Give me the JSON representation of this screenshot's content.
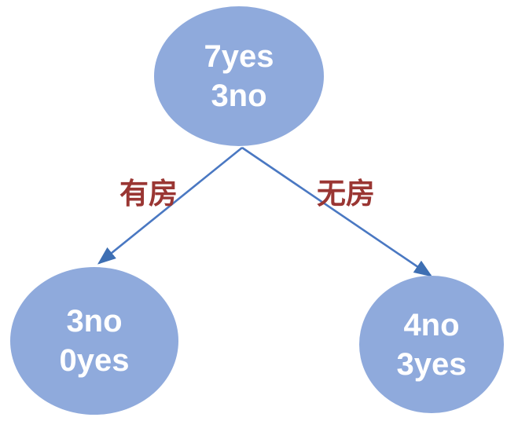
{
  "tree": {
    "type": "decision-tree",
    "root": {
      "line1": "7yes",
      "line2": "3no"
    },
    "left_child": {
      "line1": "3no",
      "line2": "0yes"
    },
    "right_child": {
      "line1": "4no",
      "line2": "3yes"
    },
    "edges": [
      {
        "from": "root",
        "to": "left_child",
        "label": "有房"
      },
      {
        "from": "root",
        "to": "right_child",
        "label": "无房"
      }
    ],
    "colors": {
      "node_fill": "#8FAADC",
      "node_text": "#FFFFFF",
      "edge_line": "#4A78C2",
      "edge_arrowhead": "#3E6FB3",
      "edge_label_text": "#9A3633",
      "background": "#FFFFFF"
    }
  }
}
